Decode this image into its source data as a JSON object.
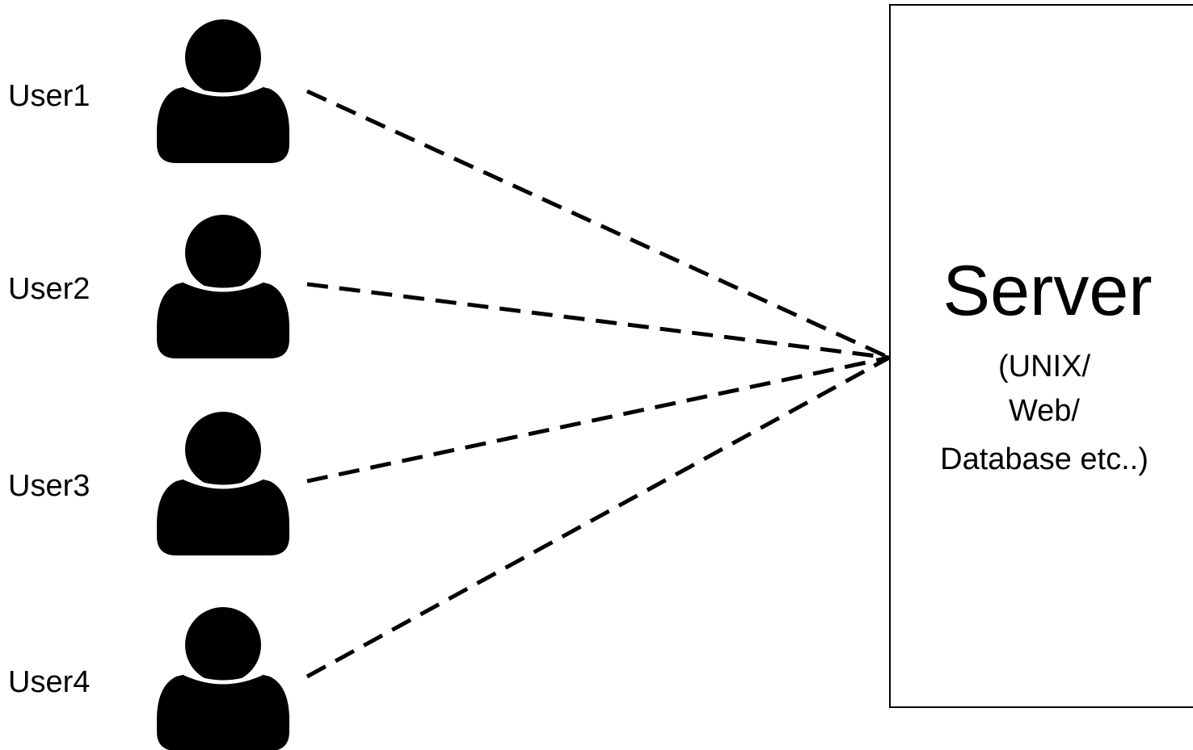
{
  "users": [
    {
      "label": "User1",
      "icon": "user-icon"
    },
    {
      "label": "User2",
      "icon": "user-icon"
    },
    {
      "label": "User3",
      "icon": "user-icon"
    },
    {
      "label": "User4",
      "icon": "user-icon"
    }
  ],
  "server": {
    "title": "Server",
    "subtitle_lines": [
      "(UNIX/",
      "Web/",
      "Database etc..)"
    ]
  },
  "connections": [
    {
      "from": "User1",
      "to": "Server",
      "style": "dashed"
    },
    {
      "from": "User2",
      "to": "Server",
      "style": "dashed"
    },
    {
      "from": "User3",
      "to": "Server",
      "style": "dashed"
    },
    {
      "from": "User4",
      "to": "Server",
      "style": "dashed"
    }
  ],
  "colors": {
    "ink": "#000000",
    "background": "#ffffff"
  }
}
